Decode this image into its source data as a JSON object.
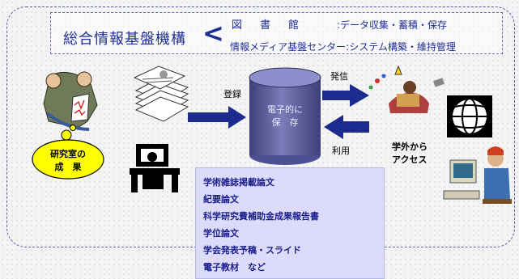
{
  "title": {
    "main": "総合情報基盤機構",
    "chevron": "<",
    "library": "図書館",
    "library_role": ":データ収集・蓄積・保存",
    "media_center": "情報メディア基盤センター",
    "media_center_role": ":システム構築・維持管理"
  },
  "labels": {
    "register": "登録",
    "send": "発信",
    "use": "利用",
    "cylinder": [
      "電子的に",
      "保　存"
    ],
    "lab": [
      "研究室の",
      "成　果"
    ],
    "access": [
      "学外から",
      "アクセス"
    ]
  },
  "publications": [
    "学術雑誌掲載論文",
    "紀要論文",
    "科学研究費補助金成果報告書",
    "学位論文",
    "学会発表予稿・スライド",
    "電子教材　など"
  ],
  "colors": {
    "title_text": "#1f2f94",
    "arrow": "#1d2a8e",
    "cylinder": "#5d609e",
    "box_bg": "#dcdcfa",
    "lab_bubble": "#ffff00"
  },
  "icons": [
    "researchers-clipart",
    "documents-stack-icon",
    "database-cylinder",
    "computer-desk-user-icon",
    "globe-icon",
    "student-reading-icon",
    "computer-user-icon"
  ]
}
